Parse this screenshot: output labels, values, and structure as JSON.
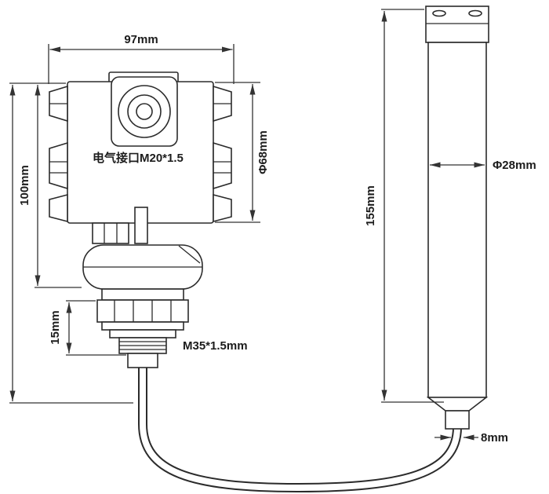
{
  "diagram": {
    "title": "pressure-transmitter-dimension-drawing",
    "labels": {
      "top_width": "97mm",
      "left_height": "100mm",
      "flange_height": "15mm",
      "housing_diameter": "Φ68mm",
      "electrical_port": "电气接口M20*1.5",
      "thread_spec": "M35*1.5mm",
      "probe_length": "155mm",
      "probe_diameter": "Φ28mm",
      "cable_diameter": "8mm"
    },
    "colors": {
      "line": "#2b2b2b",
      "dimension_line": "#333333",
      "text": "#1c1c1c",
      "background": "#ffffff"
    }
  }
}
